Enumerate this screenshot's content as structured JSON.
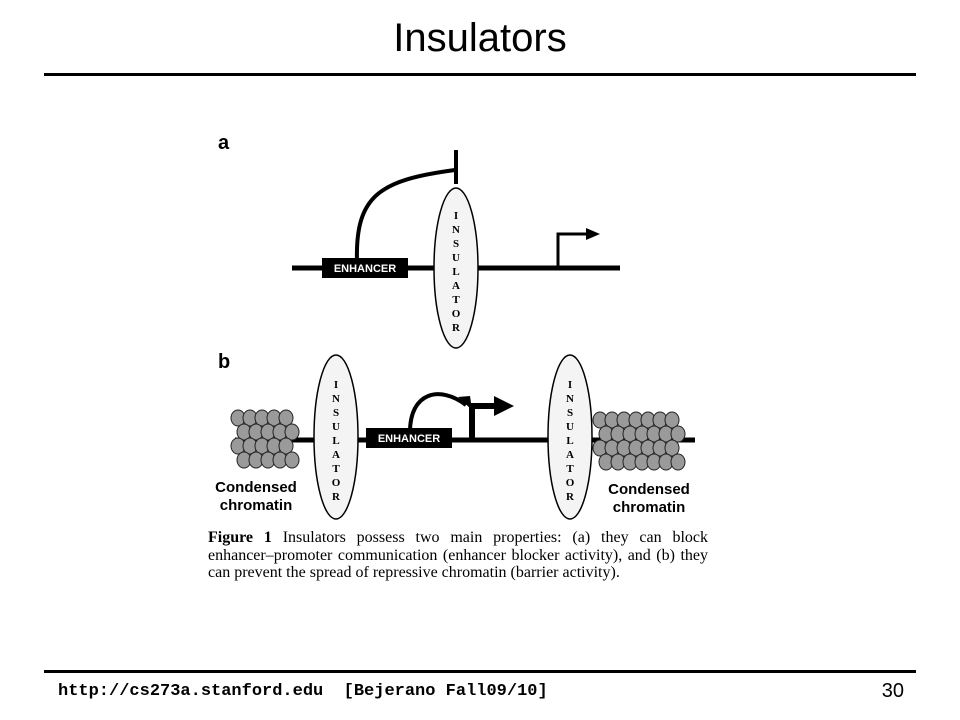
{
  "slide": {
    "title": "Insulators",
    "footer_url": "http://cs273a.stanford.edu  [Bejerano Fall09/10]",
    "page_number": "30"
  },
  "figure": {
    "panel_a": {
      "letter": "a",
      "enhancer_label": "ENHANCER",
      "insulator_letters": [
        "I",
        "N",
        "S",
        "U",
        "L",
        "A",
        "T",
        "O",
        "R"
      ]
    },
    "panel_b": {
      "letter": "b",
      "enhancer_label": "ENHANCER",
      "insulator_letters": [
        "I",
        "N",
        "S",
        "U",
        "L",
        "A",
        "T",
        "O",
        "R"
      ],
      "left_chromatin_label": [
        "Condensed",
        "chromatin"
      ],
      "right_chromatin_label": [
        "Condensed",
        "chromatin"
      ]
    },
    "caption": {
      "label": "Figure 1",
      "text": "Insulators possess two main properties: (a) they can block enhancer–promoter communication (enhancer blocker activity), and (b) they can prevent the spread of repressive chromatin (barrier activity)."
    }
  }
}
